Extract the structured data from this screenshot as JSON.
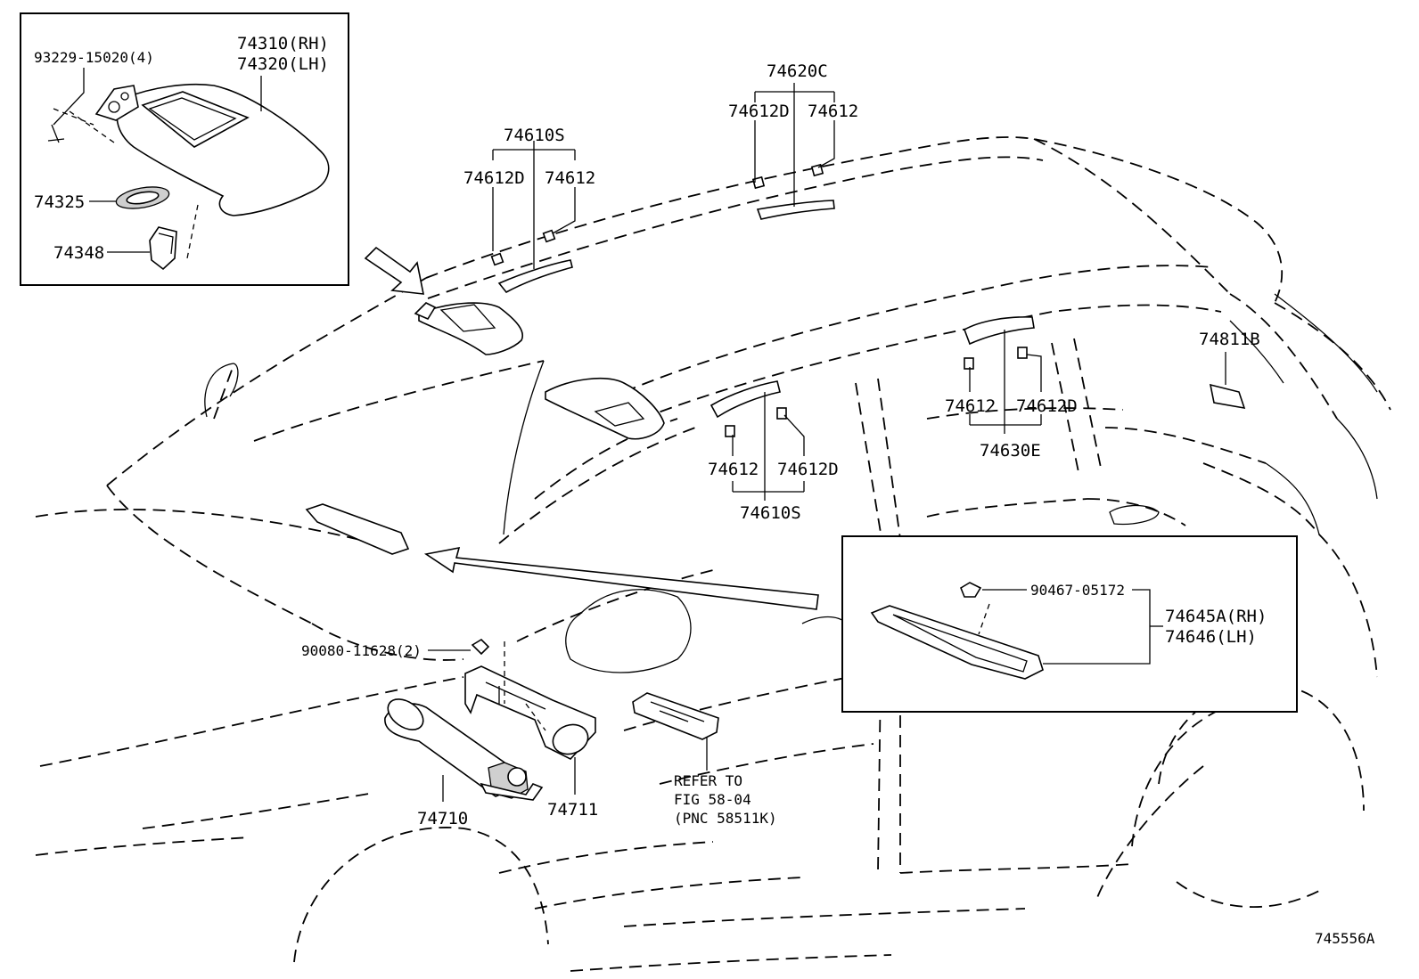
{
  "labels": {
    "p93229": "93229-15020(4)",
    "p74310": "74310(RH)",
    "p74320": "74320(LH)",
    "p74325": "74325",
    "p74348": "74348",
    "p74620c": "74620C",
    "p74612d_a": "74612D",
    "p74612_a": "74612",
    "p74610s_a": "74610S",
    "p74612d_b": "74612D",
    "p74612_b": "74612",
    "p74811b": "74811B",
    "p74612_c": "74612",
    "p74612d_c": "74612D",
    "p74630e": "74630E",
    "p74612_d": "74612",
    "p74612d_d": "74612D",
    "p74610s_b": "74610S",
    "p90467": "90467-05172",
    "p74645a": "74645A(RH)",
    "p74646": "74646(LH)",
    "p90080": "90080-11628(2)",
    "p74710": "74710",
    "p74711": "74711",
    "refer1": "REFER TO",
    "refer2": "FIG 58-04",
    "refer3": "(PNC 58511K)",
    "figure_id": "745556A"
  }
}
